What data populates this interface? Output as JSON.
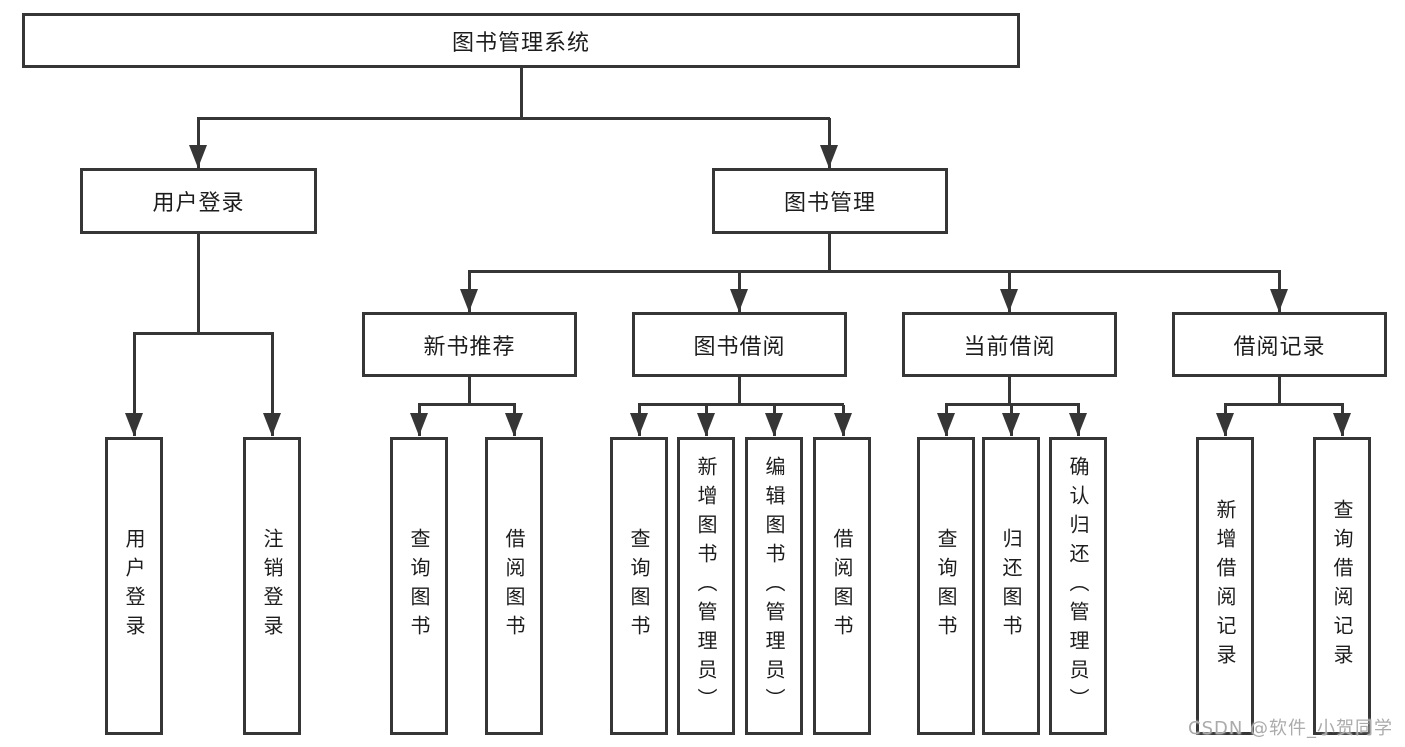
{
  "diagram": {
    "title": "图书管理系统",
    "nodes": {
      "root": "图书管理系统",
      "user_login": "用户登录",
      "book_mgmt": "图书管理",
      "l2": [
        "新书推荐",
        "图书借阅",
        "当前借阅",
        "借阅记录"
      ],
      "user_login_children": [
        "用户登录",
        "注销登录"
      ],
      "recommend_children": [
        "查询图书",
        "借阅图书"
      ],
      "borrow_children": [
        "查询图书",
        "新增图书（管理员）",
        "编辑图书（管理员）",
        "借阅图书"
      ],
      "current_children": [
        "查询图书",
        "归还图书",
        "确认归还（管理员）"
      ],
      "record_children": [
        "新增借阅记录",
        "查询借阅记录"
      ]
    },
    "colors": {
      "line": "#363636",
      "text": "#1d1d1d",
      "background": "#ffffff",
      "watermark": "#ababab"
    }
  },
  "watermark": {
    "text": "CSDN @软件_小贺同学"
  }
}
